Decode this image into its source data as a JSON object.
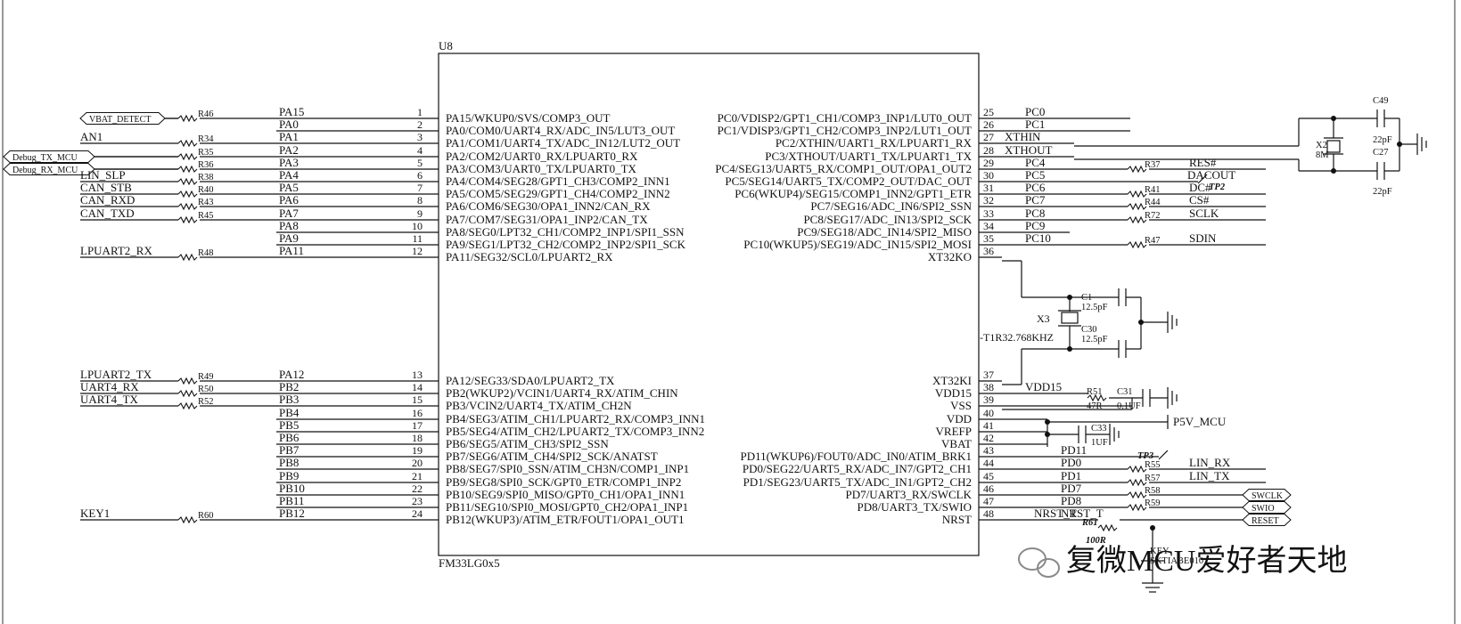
{
  "ic": {
    "ref": "U8",
    "part": "FM33LG0x5",
    "left_pins": [
      {
        "num": "1",
        "func": "PA15/WKUP0/SVS/COMP3_OUT",
        "net": "PA15",
        "res": "R46",
        "label": "VBAT_DETECT",
        "label_type": "flag"
      },
      {
        "num": "2",
        "func": "PA0/COM0/UART4_RX/ADC_IN5/LUT3_OUT",
        "net": "PA0",
        "res": "",
        "label": ""
      },
      {
        "num": "3",
        "func": "PA1/COM1/UART4_TX/ADC_IN12/LUT2_OUT",
        "net": "PA1",
        "res": "R34",
        "label": "AN1"
      },
      {
        "num": "4",
        "func": "PA2/COM2/UART0_RX/LPUART0_RX",
        "net": "PA2",
        "res": "R35",
        "label": "Debug_TX_MCU",
        "label_type": "flag"
      },
      {
        "num": "5",
        "func": "PA3/COM3/UART0_TX/LPUART0_TX",
        "net": "PA3",
        "res": "R36",
        "label": "Debug_RX_MCU",
        "label_type": "flag"
      },
      {
        "num": "6",
        "func": "PA4/COM4/SEG28/GPT1_CH3/COMP2_INN1",
        "net": "PA4",
        "res": "R38",
        "label": "LIN_SLP"
      },
      {
        "num": "7",
        "func": "PA5/COM5/SEG29/GPT1_CH4/COMP2_INN2",
        "net": "PA5",
        "res": "R40",
        "label": "CAN_STB"
      },
      {
        "num": "8",
        "func": "PA6/COM6/SEG30/OPA1_INN2/CAN_RX",
        "net": "PA6",
        "res": "R43",
        "label": "CAN_RXD"
      },
      {
        "num": "9",
        "func": "PA7/COM7/SEG31/OPA1_INP2/CAN_TX",
        "net": "PA7",
        "res": "R45",
        "label": "CAN_TXD"
      },
      {
        "num": "10",
        "func": "PA8/SEG0/LPT32_CH1/COMP2_INP1/SPI1_SSN",
        "net": "PA8",
        "res": "",
        "label": ""
      },
      {
        "num": "11",
        "func": "PA9/SEG1/LPT32_CH2/COMP2_INP2/SPI1_SCK",
        "net": "PA9",
        "res": "",
        "label": ""
      },
      {
        "num": "12",
        "func": "PA11/SEG32/SCL0/LPUART2_RX",
        "net": "PA11",
        "res": "R48",
        "label": "LPUART2_RX"
      },
      {
        "num": "13",
        "func": "PA12/SEG33/SDA0/LPUART2_TX",
        "net": "PA12",
        "res": "R49",
        "label": "LPUART2_TX"
      },
      {
        "num": "14",
        "func": "PB2(WKUP2)/VCIN1/UART4_RX/ATIM_CHIN",
        "net": "PB2",
        "res": "R50",
        "label": "UART4_RX"
      },
      {
        "num": "15",
        "func": "PB3/VCIN2/UART4_TX/ATIM_CH2N",
        "net": "PB3",
        "res": "R52",
        "label": "UART4_TX"
      },
      {
        "num": "16",
        "func": "PB4/SEG3/ATIM_CH1/LPUART2_RX/COMP3_INN1",
        "net": "PB4",
        "res": "",
        "label": ""
      },
      {
        "num": "17",
        "func": "PB5/SEG4/ATIM_CH2/LPUART2_TX/COMP3_INN2",
        "net": "PB5",
        "res": "",
        "label": ""
      },
      {
        "num": "18",
        "func": "PB6/SEG5/ATIM_CH3/SPI2_SSN",
        "net": "PB6",
        "res": "",
        "label": ""
      },
      {
        "num": "19",
        "func": "PB7/SEG6/ATIM_CH4/SPI2_SCK/ANATST",
        "net": "PB7",
        "res": "",
        "label": ""
      },
      {
        "num": "20",
        "func": "PB8/SEG7/SPI0_SSN/ATIM_CH3N/COMP1_INP1",
        "net": "PB8",
        "res": "",
        "label": ""
      },
      {
        "num": "21",
        "func": "PB9/SEG8/SPI0_SCK/GPT0_ETR/COMP1_INP2",
        "net": "PB9",
        "res": "",
        "label": ""
      },
      {
        "num": "22",
        "func": "PB10/SEG9/SPI0_MISO/GPT0_CH1/OPA1_INN1",
        "net": "PB10",
        "res": "",
        "label": ""
      },
      {
        "num": "23",
        "func": "PB11/SEG10/SPI0_MOSI/GPT0_CH2/OPA1_INP1",
        "net": "PB11",
        "res": "",
        "label": ""
      },
      {
        "num": "24",
        "func": "PB12(WKUP3)/ATIM_ETR/FOUT1/OPA1_OUT1",
        "net": "PB12",
        "res": "R60",
        "label": "KEY1"
      }
    ],
    "right_pins": [
      {
        "num": "25",
        "func": "PC0/VDISP2/GPT1_CH1/COMP3_INP1/LUT0_OUT",
        "net": "PC0",
        "res": "",
        "label": ""
      },
      {
        "num": "26",
        "func": "PC1/VDISP3/GPT1_CH2/COMP3_INP2/LUT1_OUT",
        "net": "PC1",
        "res": "",
        "label": ""
      },
      {
        "num": "27",
        "func": "PC2/XTHIN/UART1_RX/LPUART1_RX",
        "net": "XTHIN",
        "res": "",
        "label": ""
      },
      {
        "num": "28",
        "func": "PC3/XTHOUT/UART1_TX/LPUART1_TX",
        "net": "XTHOUT",
        "res": "",
        "label": ""
      },
      {
        "num": "29",
        "func": "PC4/SEG13/UART5_RX/COMP1_OUT/OPA1_OUT2",
        "net": "PC4",
        "res": "R37",
        "label": "RES#"
      },
      {
        "num": "30",
        "func": "PC5/SEG14/UART5_TX/COMP2_OUT/DAC_OUT",
        "net": "PC5",
        "res": "",
        "label": "DACOUT"
      },
      {
        "num": "31",
        "func": "PC6(WKUP4)/SEG15/COMP1_INN2/GPT1_ETR",
        "net": "PC6",
        "res": "R41",
        "label": "DC#"
      },
      {
        "num": "32",
        "func": "PC7/SEG16/ADC_IN6/SPI2_SSN",
        "net": "PC7",
        "res": "R44",
        "label": "CS#"
      },
      {
        "num": "33",
        "func": "PC8/SEG17/ADC_IN13/SPI2_SCK",
        "net": "PC8",
        "res": "R72",
        "label": "SCLK"
      },
      {
        "num": "34",
        "func": "PC9/SEG18/ADC_IN14/SPI2_MISO",
        "net": "PC9",
        "res": "",
        "label": ""
      },
      {
        "num": "35",
        "func": "PC10(WKUP5)/SEG19/ADC_IN15/SPI2_MOSI",
        "net": "PC10",
        "res": "R47",
        "label": "SDIN"
      },
      {
        "num": "36",
        "func": "XT32KO",
        "net": "",
        "res": "",
        "label": ""
      },
      {
        "num": "37",
        "func": "XT32KI",
        "net": "",
        "res": "",
        "label": ""
      },
      {
        "num": "38",
        "func": "VDD15",
        "net": "VDD15",
        "res": "R51",
        "label": ""
      },
      {
        "num": "39",
        "func": "VSS",
        "net": "",
        "res": "",
        "label": ""
      },
      {
        "num": "40",
        "func": "VDD",
        "net": "",
        "res": "",
        "label": "P5V_MCU"
      },
      {
        "num": "41",
        "func": "VREFP",
        "net": "",
        "res": "",
        "label": ""
      },
      {
        "num": "42",
        "func": "VBAT",
        "net": "",
        "res": "",
        "label": ""
      },
      {
        "num": "43",
        "func": "PD11(WKUP6)/FOUT0/ADC_IN0/ATIM_BRK1",
        "net": "PD11",
        "res": "",
        "label": ""
      },
      {
        "num": "44",
        "func": "PD0/SEG22/UART5_RX/ADC_IN7/GPT2_CH1",
        "net": "PD0",
        "res": "R55",
        "label": "LIN_RX"
      },
      {
        "num": "45",
        "func": "PD1/SEG23/UART5_TX/ADC_IN1/GPT2_CH2",
        "net": "PD1",
        "res": "R57",
        "label": "LIN_TX"
      },
      {
        "num": "46",
        "func": "PD7/UART3_RX/SWCLK",
        "net": "PD7",
        "res": "R58",
        "label": "SWCLK",
        "label_type": "flag"
      },
      {
        "num": "47",
        "func": "PD8/UART3_TX/SWIO",
        "net": "PD8",
        "res": "R59",
        "label": "SWIO",
        "label_type": "flag"
      },
      {
        "num": "48",
        "func": "NRST",
        "net": "NRST_T",
        "res": "R61",
        "label": "RESET",
        "label_type": "flag"
      }
    ]
  },
  "hf_crystal": {
    "ref": "X2",
    "value": "8M",
    "cap_top_ref": "C49",
    "cap_top_value": "22pF",
    "cap_bot_ref": "C27",
    "cap_bot_value": "22pF"
  },
  "lf_crystal": {
    "ref": "X3",
    "value": "-T1R32.768KHZ",
    "cap_top_ref": "C1",
    "cap_top_value": "12.5pF",
    "cap_bot_ref": "C30",
    "cap_bot_value": "12.5pF"
  },
  "vdd15": {
    "res_value": "47R",
    "cap_ref": "C31",
    "cap_value": "0.1UF"
  },
  "vdd": {
    "cap_ref": "C33",
    "cap_value": "1UF"
  },
  "test_points": {
    "tp2": "TP2",
    "tp3": "TP3"
  },
  "reset": {
    "res_value": "100R",
    "key_ref": "KEY",
    "key_part": "SKTIABE010"
  },
  "watermark": "复微MCU爱好者天地"
}
